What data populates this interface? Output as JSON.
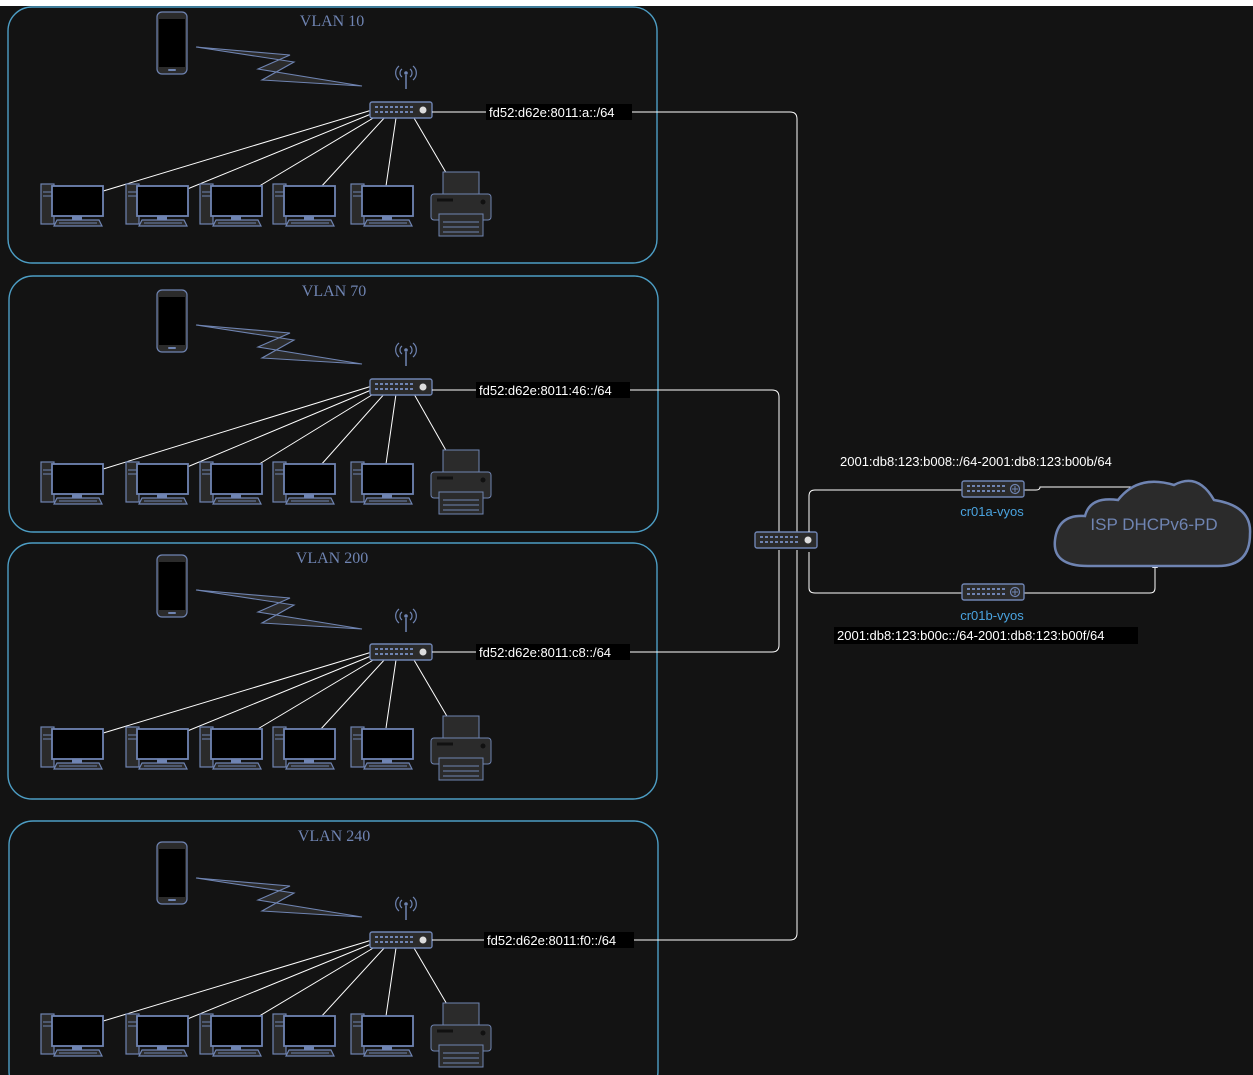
{
  "diagram": {
    "vlans": [
      {
        "title": "VLAN 10",
        "prefix": "fd52:d62e:8011:a::/64"
      },
      {
        "title": "VLAN 70",
        "prefix": "fd52:d62e:8011:46::/64"
      },
      {
        "title": "VLAN 200",
        "prefix": "fd52:d62e:8011:c8::/64"
      },
      {
        "title": "VLAN 240",
        "prefix": "fd52:d62e:8011:f0::/64"
      }
    ],
    "routers": [
      {
        "name": "cr01a-vyos",
        "range": "2001:db8:123:b008::/64-2001:db8:123:b00b/64"
      },
      {
        "name": "cr01b-vyos",
        "range": "2001:db8:123:b00c::/64-2001:db8:123:b00f/64"
      }
    ],
    "cloud": {
      "label": "ISP DHCPv6-PD"
    },
    "colors": {
      "background": "#131313",
      "vlan_border": "#4d9ec5",
      "device_outline": "#6f84b2",
      "router_name": "#4aa3df",
      "link": "#ffffff"
    },
    "icons": [
      "phone-icon",
      "wireless-signal-icon",
      "access-switch-icon",
      "antenna-icon",
      "workstation-icon",
      "printer-icon",
      "core-switch-icon",
      "router-icon",
      "cloud-icon"
    ]
  }
}
